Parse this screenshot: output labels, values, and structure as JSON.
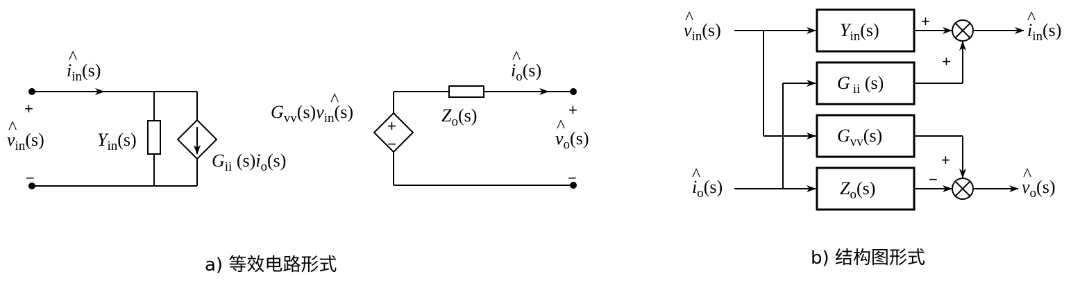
{
  "left_panel": {
    "caption": "a) 等效电路形式",
    "i_in": {
      "hat": "^",
      "base": "i",
      "sub": "in",
      "arg": "(s)"
    },
    "v_in": {
      "hat": "^",
      "base": "v",
      "sub": "in",
      "arg": "(s)"
    },
    "y_in": {
      "base": "Y",
      "sub": "in",
      "arg": "(s)"
    },
    "g_ii_src": {
      "base": "G",
      "sub": "ii",
      "mid": " (s)",
      "base2": "i",
      "sub2": "o",
      "arg": "(s)"
    },
    "g_vv_src": {
      "base": "G",
      "sub": "vv",
      "mid": "(s)",
      "base2": "v",
      "sub2": "in",
      "arg": "(s)"
    },
    "z_o": {
      "base": "Z",
      "sub": "o",
      "arg": "(s)"
    },
    "i_o": {
      "base": "i",
      "sub": "o",
      "arg": "(s)"
    },
    "v_o": {
      "base": "v",
      "sub": "o",
      "arg": "(s)"
    },
    "plus": "+",
    "minus": "−",
    "src_plus": "+",
    "src_minus": "−"
  },
  "right_panel": {
    "caption": "b) 结构图形式",
    "input_v_in": {
      "base": "v",
      "sub": "in",
      "arg": "(s)"
    },
    "input_i_o": {
      "base": "i",
      "sub": "o",
      "arg": "(s)"
    },
    "output_i_in": {
      "base": "i",
      "sub": "in",
      "arg": "(s)"
    },
    "output_v_o": {
      "base": "v",
      "sub": "o",
      "arg": "(s)"
    },
    "blocks": [
      {
        "base": "Y",
        "sub": "in",
        "arg": "(s)"
      },
      {
        "base": "G",
        "sub": "ii",
        "arg": " (s)"
      },
      {
        "base": "G",
        "sub": "vv",
        "arg": "(s)"
      },
      {
        "base": "Z",
        "sub": "o",
        "arg": "(s)"
      }
    ],
    "sum1_signs": [
      "+",
      "+"
    ],
    "sum2_signs": [
      "+",
      "−"
    ]
  }
}
